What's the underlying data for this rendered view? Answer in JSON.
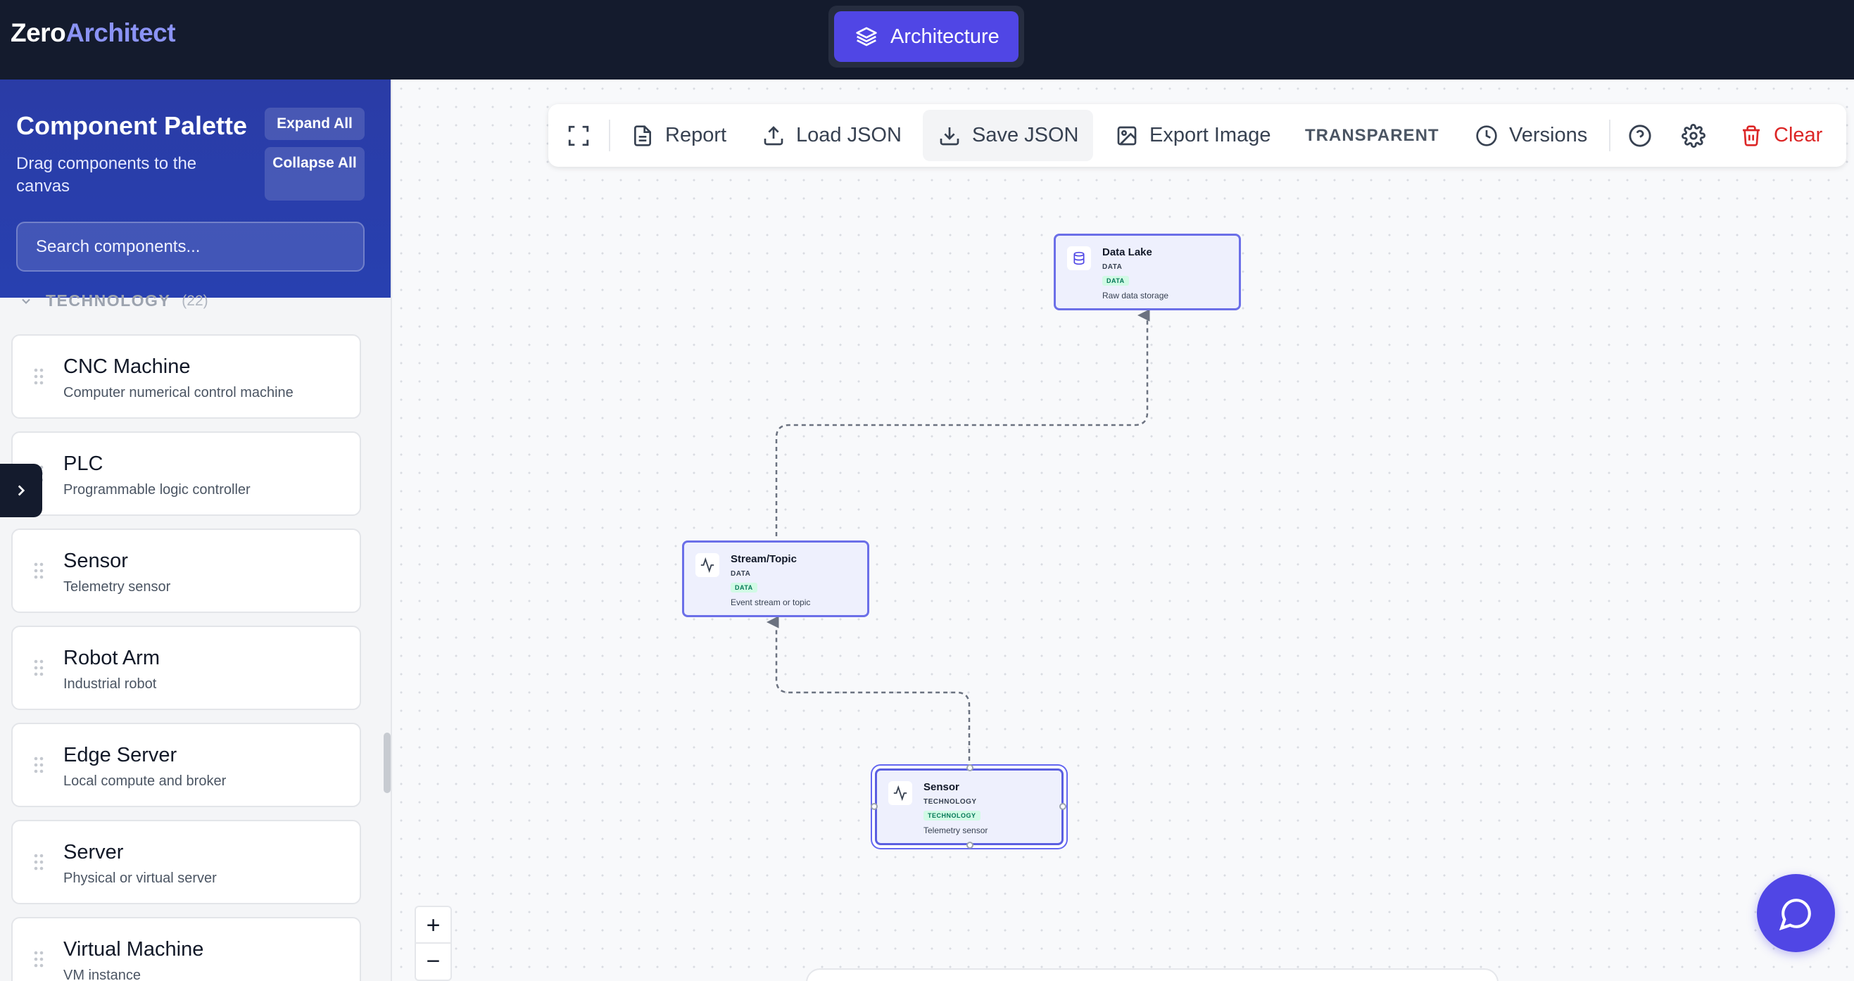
{
  "app": {
    "brand_part1": "Zero",
    "brand_part2": "Architect",
    "active_tab": "Architecture",
    "accent_color": "#5046e5",
    "header_color": "#141b2d"
  },
  "palette": {
    "title": "Component Palette",
    "subtitle": "Drag components to the canvas",
    "expand_all": "Expand All",
    "collapse_all": "Collapse All",
    "search_placeholder": "Search components...",
    "category": {
      "name": "TECHNOLOGY",
      "count": "(22)"
    },
    "items": [
      {
        "name": "CNC Machine",
        "desc": "Computer numerical control machine"
      },
      {
        "name": "PLC",
        "desc": "Programmable logic controller"
      },
      {
        "name": "Sensor",
        "desc": "Telemetry sensor"
      },
      {
        "name": "Robot Arm",
        "desc": "Industrial robot"
      },
      {
        "name": "Edge Server",
        "desc": "Local compute and broker"
      },
      {
        "name": "Server",
        "desc": "Physical or virtual server"
      },
      {
        "name": "Virtual Machine",
        "desc": "VM instance"
      }
    ]
  },
  "toolbar": {
    "report": "Report",
    "load_json": "Load JSON",
    "save_json": "Save JSON",
    "export_image": "Export Image",
    "transparent": "TRANSPARENT",
    "versions": "Versions",
    "clear": "Clear"
  },
  "nodes": [
    {
      "title": "Data Lake",
      "type": "DATA",
      "badge": "DATA",
      "desc": "Raw data storage",
      "icon": "database-icon"
    },
    {
      "title": "Stream/Topic",
      "type": "DATA",
      "badge": "DATA",
      "desc": "Event stream or topic",
      "icon": "activity-icon"
    },
    {
      "title": "Sensor",
      "type": "TECHNOLOGY",
      "badge": "TECHNOLOGY",
      "desc": "Telemetry sensor",
      "icon": "activity-icon"
    }
  ],
  "zoom": {
    "in": "+",
    "out": "−"
  }
}
